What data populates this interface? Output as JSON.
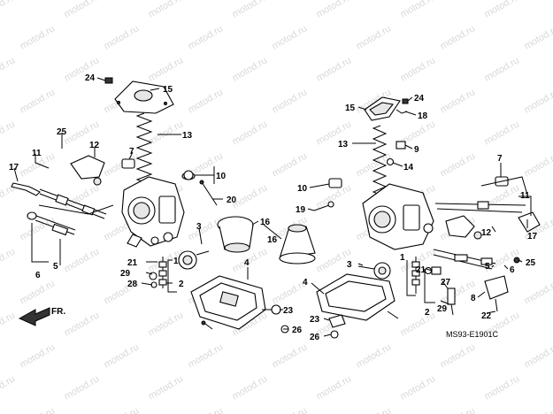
{
  "watermark_text": "motod.ru",
  "diagram_code": "MS93-E1901C",
  "front_label": "FR.",
  "callouts": [
    {
      "id": "c24a",
      "text": "24"
    },
    {
      "id": "c15a",
      "text": "15"
    },
    {
      "id": "c13a",
      "text": "13"
    },
    {
      "id": "c25a",
      "text": "25"
    },
    {
      "id": "c12a",
      "text": "12"
    },
    {
      "id": "c7a",
      "text": "7"
    },
    {
      "id": "c11a",
      "text": "11"
    },
    {
      "id": "c17a",
      "text": "17"
    },
    {
      "id": "c10a",
      "text": "10"
    },
    {
      "id": "c20",
      "text": "20"
    },
    {
      "id": "c16a",
      "text": "16"
    },
    {
      "id": "c3a",
      "text": "3"
    },
    {
      "id": "c6a",
      "text": "6"
    },
    {
      "id": "c5a",
      "text": "5"
    },
    {
      "id": "c21a",
      "text": "21"
    },
    {
      "id": "c29a",
      "text": "29"
    },
    {
      "id": "c28",
      "text": "28"
    },
    {
      "id": "c1a",
      "text": "1"
    },
    {
      "id": "c2a",
      "text": "2"
    },
    {
      "id": "c4a",
      "text": "4"
    },
    {
      "id": "c23a",
      "text": "23"
    },
    {
      "id": "c26a",
      "text": "26"
    },
    {
      "id": "c15b",
      "text": "15"
    },
    {
      "id": "c24b",
      "text": "24"
    },
    {
      "id": "c18",
      "text": "18"
    },
    {
      "id": "c13b",
      "text": "13"
    },
    {
      "id": "c9",
      "text": "9"
    },
    {
      "id": "c14",
      "text": "14"
    },
    {
      "id": "c7b",
      "text": "7"
    },
    {
      "id": "c10b",
      "text": "10"
    },
    {
      "id": "c19",
      "text": "19"
    },
    {
      "id": "c11b",
      "text": "11"
    },
    {
      "id": "c16b",
      "text": "16"
    },
    {
      "id": "c3b",
      "text": "3"
    },
    {
      "id": "c1b",
      "text": "1"
    },
    {
      "id": "c4b",
      "text": "4"
    },
    {
      "id": "c12b",
      "text": "12"
    },
    {
      "id": "c17b",
      "text": "17"
    },
    {
      "id": "c5b",
      "text": "5"
    },
    {
      "id": "c6b",
      "text": "6"
    },
    {
      "id": "c25b",
      "text": "25"
    },
    {
      "id": "c21b",
      "text": "21"
    },
    {
      "id": "c27",
      "text": "27"
    },
    {
      "id": "c29b",
      "text": "29"
    },
    {
      "id": "c2b",
      "text": "2"
    },
    {
      "id": "c8",
      "text": "8"
    },
    {
      "id": "c22",
      "text": "22"
    },
    {
      "id": "c23b",
      "text": "23"
    },
    {
      "id": "c26b",
      "text": "26"
    }
  ]
}
